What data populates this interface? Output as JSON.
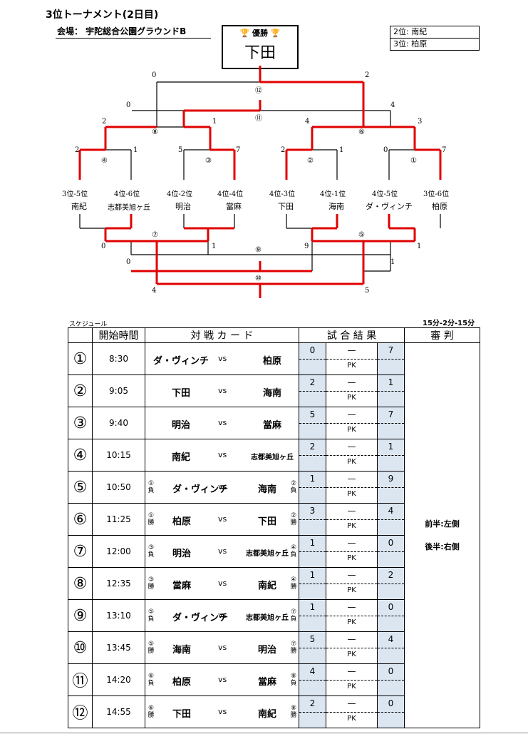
{
  "header": {
    "title": "3位トーナメント(2日目)",
    "venue": "会場： 宇陀総合公園グラウンドB",
    "champion_label": "🏆 優勝 🏆",
    "champion": "下田",
    "second": "2位: 南紀",
    "third": "3位: 柏原"
  },
  "bracket": {
    "seeds": [
      "3位-5位",
      "4位-6位",
      "4位-2位",
      "4位-4位",
      "4位-3位",
      "4位-1位",
      "4位-5位",
      "3位-6位"
    ],
    "teams": [
      "南紀",
      "志都美旭ヶ丘",
      "明治",
      "當麻",
      "下田",
      "海南",
      "ダ・ヴィンチ",
      "柏原"
    ],
    "upper_scores": {
      "m12_left": "0",
      "m12_right": "2",
      "m11_left": "0",
      "m11_right": "4",
      "m8_left": "2",
      "m8_right": "1",
      "m6_left": "4",
      "m6_right": "3",
      "m4_left": "2",
      "m4_right": "1",
      "m3_left": "5",
      "m3_right": "7",
      "m2_left": "2",
      "m2_right": "1",
      "m1_left": "0",
      "m1_right": "7"
    },
    "lower_scores": {
      "m7_left": "0",
      "m7_right": "1",
      "m5_left": "9",
      "m5_right": "1",
      "m9_left": "0",
      "m9_right": "1",
      "m10_left": "4",
      "m10_right": "5"
    },
    "match_marks": [
      "⑫",
      "⑪",
      "⑧",
      "⑥",
      "④",
      "③",
      "②",
      "①",
      "⑦",
      "⑤",
      "⑨",
      "⑩"
    ]
  },
  "schedule": {
    "label": "スケジュール",
    "time_note": "15分-2分-15分",
    "headers": {
      "start": "開始時間",
      "card": "対 戦 カ ー ド",
      "result": "試 合 結 果",
      "ref": "審 判"
    },
    "vs": "vs",
    "pk": "PK",
    "dash": "—",
    "ref_note_1": "前半:左側",
    "ref_note_2": "後半:右側",
    "rows": [
      {
        "no": "①",
        "time": "8:30",
        "home": "ダ・ヴィンチ",
        "away": "柏原",
        "hm": "",
        "am": "",
        "hs": "0",
        "as": "7"
      },
      {
        "no": "②",
        "time": "9:05",
        "home": "下田",
        "away": "海南",
        "hm": "",
        "am": "",
        "hs": "2",
        "as": "1"
      },
      {
        "no": "③",
        "time": "9:40",
        "home": "明治",
        "away": "當麻",
        "hm": "",
        "am": "",
        "hs": "5",
        "as": "7"
      },
      {
        "no": "④",
        "time": "10:15",
        "home": "南紀",
        "away": "志都美旭ヶ丘",
        "hm": "",
        "am": "",
        "hs": "2",
        "as": "1"
      },
      {
        "no": "⑤",
        "time": "10:50",
        "home": "ダ・ヴィンチ",
        "away": "海南",
        "hm": "①負",
        "am": "②負",
        "hs": "1",
        "as": "9"
      },
      {
        "no": "⑥",
        "time": "11:25",
        "home": "柏原",
        "away": "下田",
        "hm": "①勝",
        "am": "②勝",
        "hs": "3",
        "as": "4"
      },
      {
        "no": "⑦",
        "time": "12:00",
        "home": "明治",
        "away": "志都美旭ヶ丘",
        "hm": "③負",
        "am": "④負",
        "hs": "1",
        "as": "0"
      },
      {
        "no": "⑧",
        "time": "12:35",
        "home": "當麻",
        "away": "南紀",
        "hm": "③勝",
        "am": "④勝",
        "hs": "1",
        "as": "2"
      },
      {
        "no": "⑨",
        "time": "13:10",
        "home": "ダ・ヴィンチ",
        "away": "志都美旭ヶ丘",
        "hm": "⑤負",
        "am": "⑦負",
        "hs": "1",
        "as": "0"
      },
      {
        "no": "⑩",
        "time": "13:45",
        "home": "海南",
        "away": "明治",
        "hm": "⑤勝",
        "am": "⑦勝",
        "hs": "5",
        "as": "4"
      },
      {
        "no": "⑪",
        "time": "14:20",
        "home": "柏原",
        "away": "當麻",
        "hm": "⑥負",
        "am": "⑧負",
        "hs": "4",
        "as": "0"
      },
      {
        "no": "⑫",
        "time": "14:55",
        "home": "下田",
        "away": "南紀",
        "hm": "⑥勝",
        "am": "⑧勝",
        "hs": "2",
        "as": "0"
      }
    ]
  }
}
